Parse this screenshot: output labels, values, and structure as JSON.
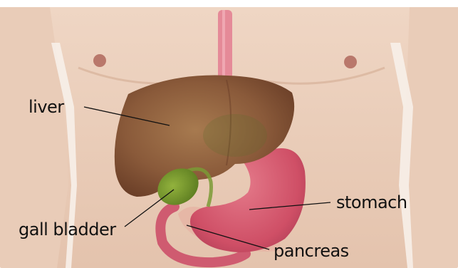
{
  "labels": {
    "liver": "liver",
    "gall_bladder": "gall bladder",
    "stomach": "stomach",
    "pancreas": "pancreas"
  },
  "colors": {
    "skin": "#e7c9b4",
    "skin_shadow": "#c9a18b",
    "liver": "#8a5a3a",
    "gall_bladder": "#6f8f2a",
    "stomach": "#d75a70",
    "esophagus": "#e58a98",
    "pancreas": "#e6b7a6",
    "leader_line": "#111111"
  }
}
